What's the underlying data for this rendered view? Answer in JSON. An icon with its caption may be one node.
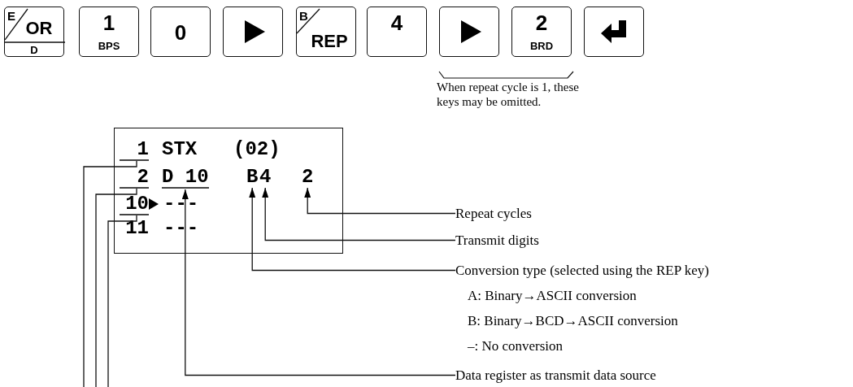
{
  "diagram": {
    "nodes": [
      {
        "text": [
          "E",
          "OR",
          "D"
        ]
      },
      {
        "text": [
          "1",
          "BPS"
        ]
      },
      {
        "text": [
          "0"
        ]
      },
      {
        "text": [],
        "shape": "box"
      },
      {
        "text": [
          "B",
          "REP"
        ]
      },
      {
        "text": [
          "4"
        ]
      },
      {
        "text": [],
        "shape": "box"
      },
      {
        "text": [
          "2",
          "BRD"
        ]
      },
      {
        "text": [],
        "shape": "box"
      },
      {
        "text": [],
        "shape": "box"
      },
      {
        "text": [
          "1"
        ],
        "in": 9
      },
      {
        "text": [
          "STX"
        ],
        "in": 9
      },
      {
        "text": [
          "(02)"
        ],
        "in": 9
      },
      {
        "text": [
          "2"
        ],
        "in": 9
      },
      {
        "text": [
          "D 10"
        ],
        "in": 9
      },
      {
        "text": [
          "B"
        ],
        "in": 9
      },
      {
        "text": [
          "4"
        ],
        "in": 9
      },
      {
        "text": [
          "2"
        ],
        "in": 9
      },
      {
        "text": [
          "10"
        ],
        "in": 9
      },
      {
        "text": [
          "---"
        ],
        "in": 9
      },
      {
        "text": [
          "11"
        ],
        "in": 9
      },
      {
        "text": [
          "---"
        ],
        "in": 9
      },
      {
        "text": [
          "Repeat cycles"
        ]
      },
      {
        "text": [
          "Transmit digits"
        ]
      },
      {
        "text": [
          "Conversion type (selected using the REP key)",
          "A: Binary→ASCII conversion",
          "B: Binary→BCD→ASCII conversion",
          "–: No conversion"
        ]
      },
      {
        "text": [
          "Data register as transmit data source"
        ]
      }
    ],
    "edges": [
      {
        "from": 22,
        "to": 17,
        "arrow": "to"
      },
      {
        "from": 23,
        "to": 16,
        "arrow": "to"
      },
      {
        "from": 24,
        "to": 15,
        "arrow": "to"
      },
      {
        "from": 25,
        "to": 14,
        "arrow": "to"
      },
      {
        "from": 10,
        "to": null,
        "arrow": "none"
      },
      {
        "from": 13,
        "to": null,
        "arrow": "none"
      },
      {
        "from": 18,
        "to": null,
        "arrow": "none"
      }
    ],
    "labels": [
      "When repeat cycle is 1, these keys may be omitted."
    ]
  }
}
